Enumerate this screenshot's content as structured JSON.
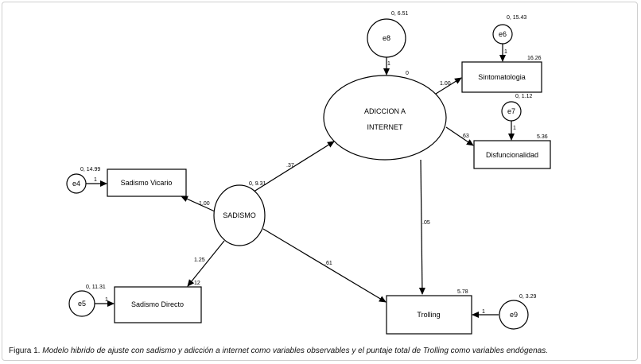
{
  "nodes": {
    "e8": {
      "label": "e8",
      "stat": "0, 6.51",
      "path": "1"
    },
    "adiccion": {
      "label_line1": "ADICCION A",
      "label_line2": "INTERNET",
      "stat": "0"
    },
    "e6": {
      "label": "e6",
      "stat": "0, 15.43",
      "path": "1"
    },
    "sintomatologia": {
      "label": "Sintomatologia",
      "stat": "16.26"
    },
    "e7": {
      "label": "e7",
      "stat": "0, 1.12",
      "path": "1"
    },
    "disfuncionalidad": {
      "label": "Disfuncionalidad",
      "stat": "5.36"
    },
    "e4": {
      "label": "e4",
      "stat": "0, 14.99",
      "path": "1"
    },
    "sadismo_vicario": {
      "label": "Sadismo Vicario"
    },
    "sadismo": {
      "label": "SADISMO",
      "stat": "0, 9.31"
    },
    "e5": {
      "label": "e5",
      "stat": "0, 11.31",
      "path": "1"
    },
    "sadismo_directo": {
      "label": "Sadismo Directo",
      "stat": "12"
    },
    "trolling": {
      "label": "Trolling",
      "stat": "5.78"
    },
    "e9": {
      "label": "e9",
      "stat": "0, 3.29",
      "path": "1"
    }
  },
  "paths": {
    "adiccion_sintomatologia": "1.00",
    "adiccion_disfuncionalidad": ".63",
    "sadismo_adiccion": ".37",
    "sadismo_vicario": "1.00",
    "sadismo_directo": "1.25",
    "sadismo_trolling": ".61",
    "adiccion_trolling": ".05"
  },
  "caption": {
    "prefix": "Figura 1.",
    "text": "Modelo hibrido de ajuste con sadismo y adicción a internet como variables observables y el puntaje total de Trolling como variables endógenas."
  }
}
